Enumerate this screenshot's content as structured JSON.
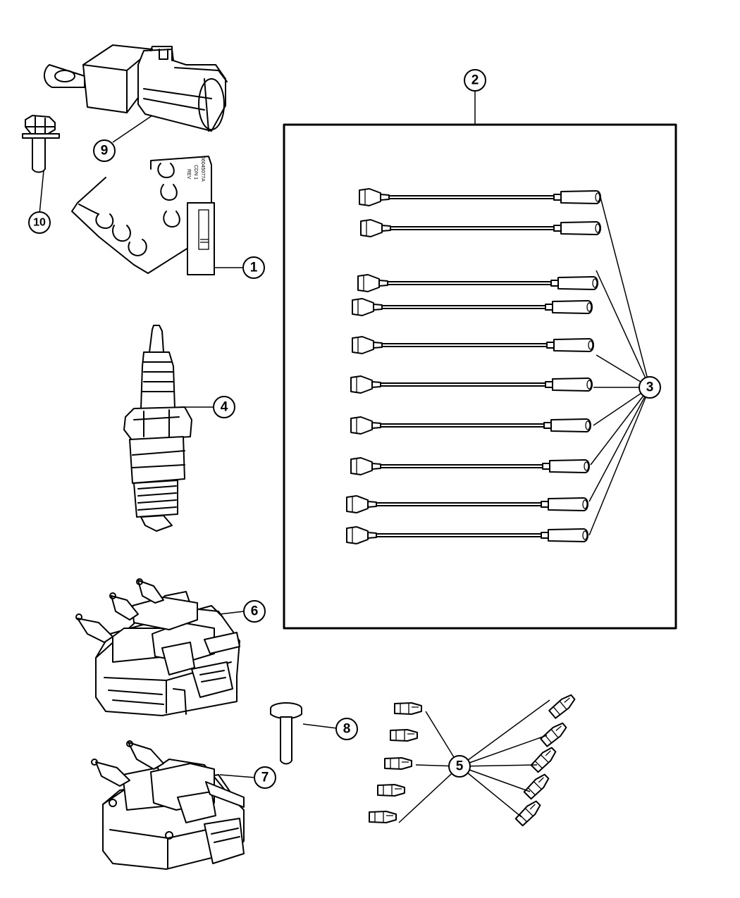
{
  "callouts": [
    {
      "id": "c1",
      "label": "1"
    },
    {
      "id": "c2",
      "label": "2"
    },
    {
      "id": "c3",
      "label": "3"
    },
    {
      "id": "c4",
      "label": "4"
    },
    {
      "id": "c5",
      "label": "5"
    },
    {
      "id": "c6",
      "label": "6"
    },
    {
      "id": "c7",
      "label": "7"
    },
    {
      "id": "c8",
      "label": "8"
    },
    {
      "id": "c9",
      "label": "9"
    },
    {
      "id": "c10",
      "label": "10"
    }
  ],
  "separator_label": {
    "part_number": "56045077A",
    "row2": "CDN 1",
    "row3": "REV"
  },
  "colors": {
    "line": "#000000",
    "background": "#ffffff"
  }
}
